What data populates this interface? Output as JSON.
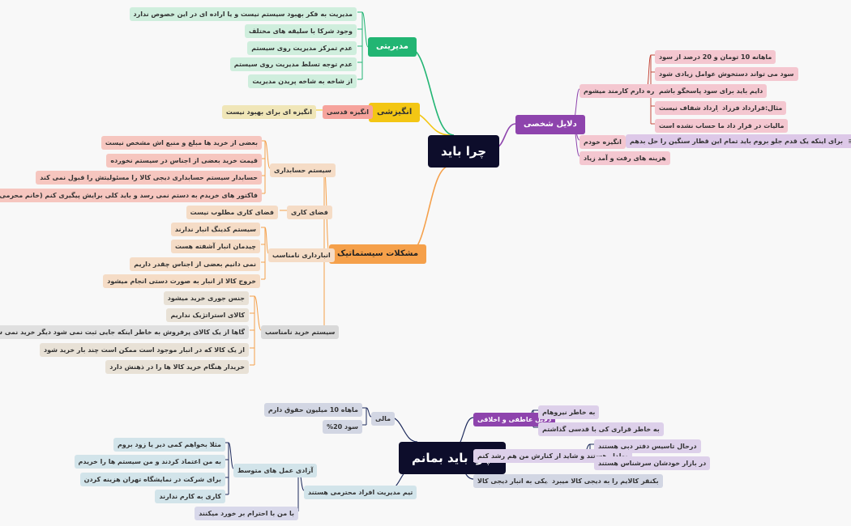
{
  "colors": {
    "green": "#22b573",
    "yellow": "#f3c614",
    "purple": "#8e44ad",
    "orange": "#f5a04a",
    "navy": "#1d2a5c",
    "root": "#0d0d2b"
  },
  "map1": {
    "root": "چرا باید",
    "managerial": {
      "label": "مدیریتی",
      "items": [
        "مدیریت به فکر بهبود سیستم نیست و یا اراده ای در این خصوص ندارد",
        "وجود شرکا با سلیقه های مختلف",
        "عدم تمرکز مدیریت روی سیستم",
        "عدم توجه تسلط مدیریت روی سیستم",
        "از شاخه به شاخه پریدن مدیریت"
      ]
    },
    "motivational": {
      "label": "انگیزشی",
      "sub": "انگیزه قدسی",
      "leaf": "انگیزه ای برای بهبود نیست"
    },
    "personal": {
      "label": "دلایل شخصی",
      "employees": {
        "label": "دوباره دارم کارمند میشوم",
        "items": [
          "ماهانه 10 تومان و 20 درصد از سود",
          "سود می تواند دستخوش عوامل زیادی شود",
          "دایم باید برای سود پاسخگو باشم",
          "قرارداد شفاف نیست",
          "مالیات در قرار داد ما حساب نشده است"
        ],
        "example": "مثال:قرارداد فرزاد"
      },
      "self_motivation": "انگیزه خودم",
      "self_motivation_note": "برای اینکه یک قدم جلو بروم باید تمام این قطار سنگین را حل بدهم",
      "commute": "هزینه های رفت و آمد زیاد"
    },
    "systemic": {
      "label": "مشکلات سیستماتیک",
      "accounting": {
        "label": "سیستم حسابداری",
        "items": [
          "بعضی از خرید ها  مبلغ و منبع اش مشخص نیست",
          "قیمت خرید بعضی از اجناس  در سیستم نخورده",
          "حسابدار سیستم حسابداری دیجی کالا را مسئولیتش را قبول نمی کند",
          "فاکتور های خریدم به دستم نمی رسد و باید کلی برایش پیگیری کنم (خانم محرمی)"
        ]
      },
      "workspace": {
        "label": "فضای کاری",
        "leaf": "فضای کاری مطلوب نیست"
      },
      "warehouse": {
        "label": "انبارداری نامناسب",
        "items": [
          "سیستم کدینگ انبار ندارند",
          "چیدمان انبار آشفته هست",
          "نمی دانیم بعضی از اجناس چقدر داریم",
          "خروج کالا از انبار به صورت دستی انجام میشود"
        ]
      },
      "purchasing": {
        "label": "سیستم خرید نامناسب",
        "items": [
          "جنس جوری خرید میشود",
          "کالای استراتژیک نداریم",
          "گاها از یک کالای پرفروش به خاطر اینکه جایی ثبت نمی شود دیگر خرید نمی شود",
          "از یک کالا که در انبار موجود است ممکن است چند بار خرید شود",
          "خریدار   هنگام خرید کالا ها را در ذهنش دارد"
        ]
      }
    }
  },
  "map2": {
    "root": "چرا باید بمانم",
    "financial": {
      "label": "مالی",
      "items": [
        "ماهاه 10 میلیون حقوق دارم",
        "سود 20%"
      ]
    },
    "emotional": {
      "label": "دلایل عاطفی و اخلاقی",
      "items": [
        "به خاطر نیروهام",
        "به خاطر قراری کی با قدسی گذاشتم"
      ]
    },
    "wealthy": {
      "label": "پولدار هستند و شاید از کنارش من هم رشد کنم",
      "items": [
        "درحال تاسیس دفتر دبی هستند",
        "در بازار خودشان سرشناس هستند"
      ]
    },
    "digikala": {
      "label": "نزدیکی به انبار دیجی کالا",
      "leaf": "بکنقر کالایم را به دیجی کالا میبرد"
    },
    "team": {
      "label": "تیم مدیریت افراد محترمی هستند",
      "freedom": {
        "label": "آزادی عمل های متوسط",
        "items": [
          "مثلا بخواهم کمی دیر یا زود بروم",
          "به من اعتماد کردند و من سیستم ها را خریدم",
          "برای شرکت در نمایشگاه تهران هزینه کردن",
          "کاری به کارم ندارند"
        ]
      },
      "respect": "با من با احترام بر خورد میکنند"
    }
  }
}
